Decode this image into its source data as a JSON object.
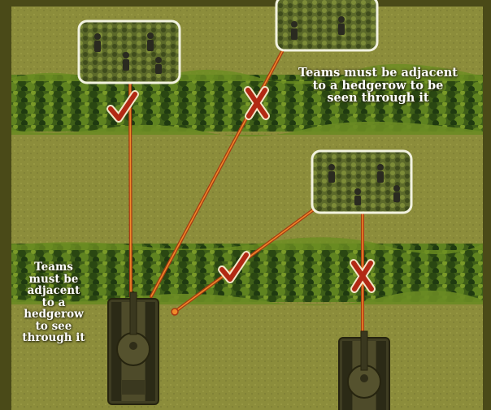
{
  "scene": {
    "colors": {
      "field": "#8a8a3a",
      "field_light": "#9b9c45",
      "hedgerow_dark": "#1f3d12",
      "hedgerow_light": "#6b8a1f",
      "line_of_sight": "#e26b1f",
      "mark": "#b22914",
      "mark_outline": "#f4e7c8",
      "base_border": "#f2f2e0",
      "frame": "#404010"
    },
    "hedgerows": [
      "hedgerow-top",
      "hedgerow-bottom"
    ],
    "teams": [
      {
        "name": "infantry-team-top-left",
        "icon": "infantry-stand-icon"
      },
      {
        "name": "infantry-team-top-right",
        "icon": "infantry-stand-icon"
      },
      {
        "name": "infantry-team-middle",
        "icon": "infantry-stand-icon"
      },
      {
        "name": "tank-left",
        "icon": "tank-icon"
      },
      {
        "name": "tank-right",
        "icon": "tank-icon"
      }
    ],
    "sight_lines": [
      {
        "from": "tank-left",
        "to": "infantry-team-top-left",
        "result": "check-mark-icon"
      },
      {
        "from": "tank-left",
        "to": "infantry-team-top-right",
        "result": "cross-mark-icon"
      },
      {
        "from": "infantry-team-middle",
        "to": "tank-left",
        "result": "check-mark-icon"
      },
      {
        "from": "tank-right",
        "to": "infantry-team-middle",
        "result": "cross-mark-icon"
      }
    ]
  },
  "captions": {
    "top": [
      "Teams must be adjacent",
      "to a hedgerow to be",
      "seen through it"
    ],
    "left": [
      "Teams",
      "must be",
      "adjacent",
      "to a",
      "hedgerow",
      "to see",
      "through it"
    ]
  }
}
